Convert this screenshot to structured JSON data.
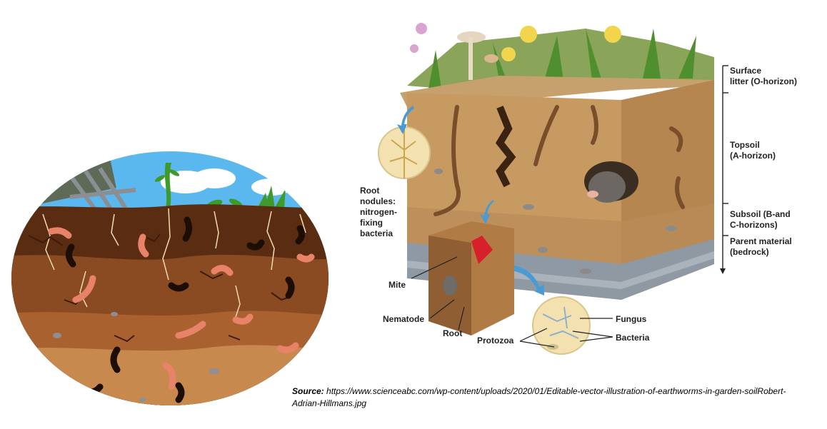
{
  "labels": {
    "surface_litter": "Surface\nlitter (O-horizon)",
    "topsoil": "Topsoil\n(A-horizon)",
    "subsoil": "Subsoil (B-and\nC-horizons)",
    "parent_material": "Parent material\n(bedrock)",
    "root_nodules": "Root\nnodules:\nnitrogen-\nfixing\nbacteria",
    "mite": "Mite",
    "nematode": "Nematode",
    "root": "Root",
    "protozoa": "Protozoa",
    "fungus": "Fungus",
    "bacteria": "Bacteria"
  },
  "caption": {
    "prefix": "Source:",
    "text": " https://www.scienceabc.com/wp-content/uploads/2020/01/Editable-vector-illustration-of-earthworms-in-garden-soilRobert-Adrian-Hillmans.jpg"
  },
  "colors": {
    "sky": "#5bb8ee",
    "topsoil_dark": "#5a2d12",
    "soil_mid": "#8a4a22",
    "soil_light": "#c8894f",
    "worm": "#e8836a",
    "block_soil": "#c79a62",
    "bedrock": "#8f99a3"
  }
}
